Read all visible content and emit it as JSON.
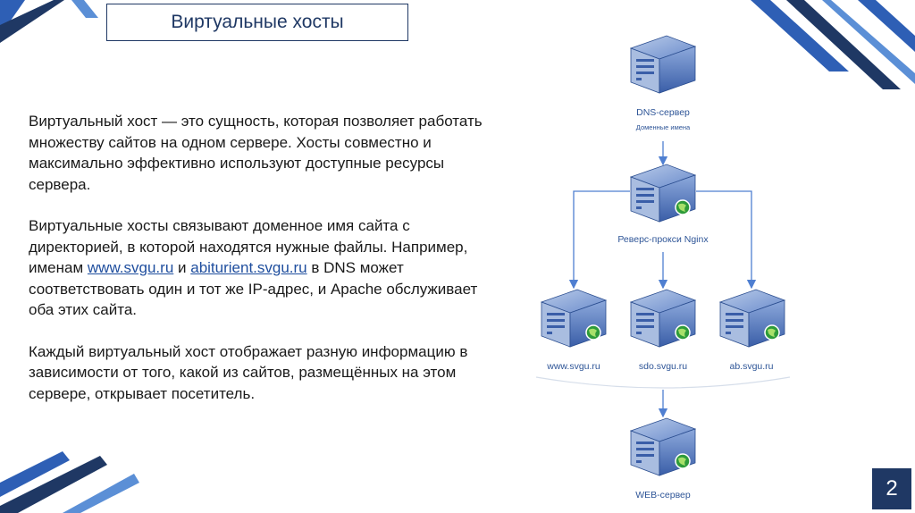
{
  "slide": {
    "title": "Виртуальные хосты",
    "paragraphs": {
      "p1": "Виртуальный хост — это сущность, которая позволяет работать множеству сайтов на одном сервере. Хосты совместно и максимально эффективно используют доступные ресурсы сервера.",
      "p2_before": "Виртуальные хосты связывают доменное имя сайта с директорией, в которой находятся нужные файлы. Например, именам ",
      "p2_link1": "www.svgu.ru",
      "p2_mid": " и ",
      "p2_link2": "abiturient.svgu.ru",
      "p2_after": " в DNS может соответствовать один и тот же IP-адрес, и Apache обслуживает оба этих сайта.",
      "p3": "Каждый виртуальный хост отображает разную информацию в зависимости от того, какой из сайтов, размещённых на этом сервере, открывает посетитель."
    },
    "page_number": "2"
  },
  "diagram": {
    "nodes": {
      "dns": {
        "label": "DNS-сервер",
        "sublabel": "Доменные имена",
        "icon": "server-icon"
      },
      "proxy": {
        "label": "Реверс-прокси Nginx",
        "icon": "server-globe-icon"
      },
      "site1": {
        "label": "www.svgu.ru",
        "icon": "server-globe-icon"
      },
      "site2": {
        "label": "sdo.svgu.ru",
        "icon": "server-globe-icon"
      },
      "site3": {
        "label": "ab.svgu.ru",
        "icon": "server-globe-icon"
      },
      "web": {
        "label": "WEB-сервер",
        "icon": "server-globe-icon"
      }
    }
  },
  "colors": {
    "accent": "#1f3864",
    "stripe": "#2e5fb5",
    "link": "#1f4e9e",
    "arrow": "#4f7fd1"
  }
}
